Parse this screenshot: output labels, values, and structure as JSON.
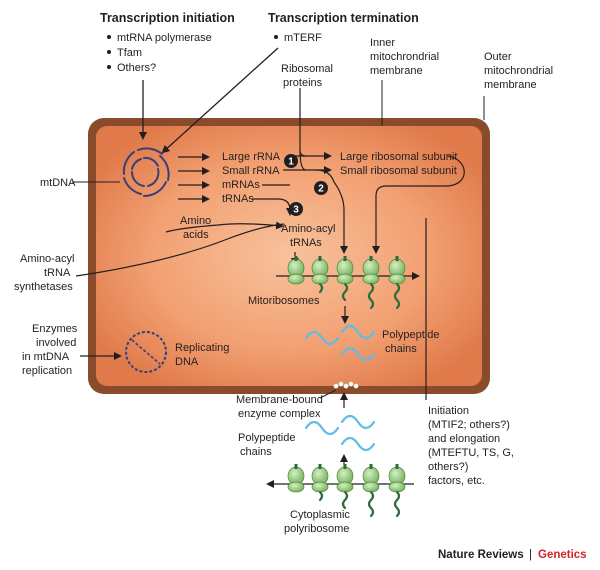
{
  "header": {
    "initiation_title": "Transcription initiation",
    "initiation_items": [
      "mtRNA polymerase",
      "Tfam",
      "Others?"
    ],
    "termination_title": "Transcription termination",
    "termination_items": [
      "mTERF"
    ]
  },
  "labels": {
    "ribosomal_proteins": [
      "Ribosomal",
      "proteins"
    ],
    "inner_membrane": [
      "Inner",
      "mitochrondrial",
      "membrane"
    ],
    "outer_membrane": [
      "Outer",
      "mitochrondrial",
      "membrane"
    ],
    "mtdna": "mtDNA",
    "transcripts": [
      "Large rRNA",
      "Small rRNA",
      "mRNAs",
      "tRNAs"
    ],
    "large_subunit": "Large ribosomal subunit",
    "small_subunit": "Small ribosomal subunit",
    "amino_acids": [
      "Amino",
      "acids"
    ],
    "aminoacyl_trnas": [
      "Amino-acyl",
      "tRNAs"
    ],
    "synthetases": [
      "Amino-acyl",
      "tRNA",
      "synthetases"
    ],
    "mitoribosomes": "Mitoribosomes",
    "polypeptide_inner": [
      "Polypeptide",
      "chains"
    ],
    "enzymes": [
      "Enzymes",
      "involved",
      "in mtDNA",
      "replication"
    ],
    "replicating_dna": [
      "Replicating",
      "DNA"
    ],
    "membrane_complex": [
      "Membrane-bound",
      "enzyme complex"
    ],
    "polypeptide_outer": [
      "Polypeptide",
      "chains"
    ],
    "factors": [
      "Initiation",
      "(MTIF2; others?)",
      "and elongation",
      "(MTEFTU, TS, G,",
      "others?)",
      "factors, etc."
    ],
    "cyto_polyribosome": [
      "Cytoplasmic",
      "polyribosome"
    ]
  },
  "steps": [
    "1",
    "2",
    "3"
  ],
  "footer": {
    "journal": "Nature Reviews",
    "separator": "|",
    "section": "Genetics"
  },
  "colors": {
    "outer_membrane": "#8a4a2c",
    "matrix_center": "#f6b58c",
    "matrix_edge": "#e07a4a",
    "ribosome_green": "#9ccc7a",
    "ribosome_dark": "#2f6b3a",
    "polypeptide": "#5bbde8",
    "dna": "#3a3f7a",
    "footer_accent": "#d2232a"
  }
}
